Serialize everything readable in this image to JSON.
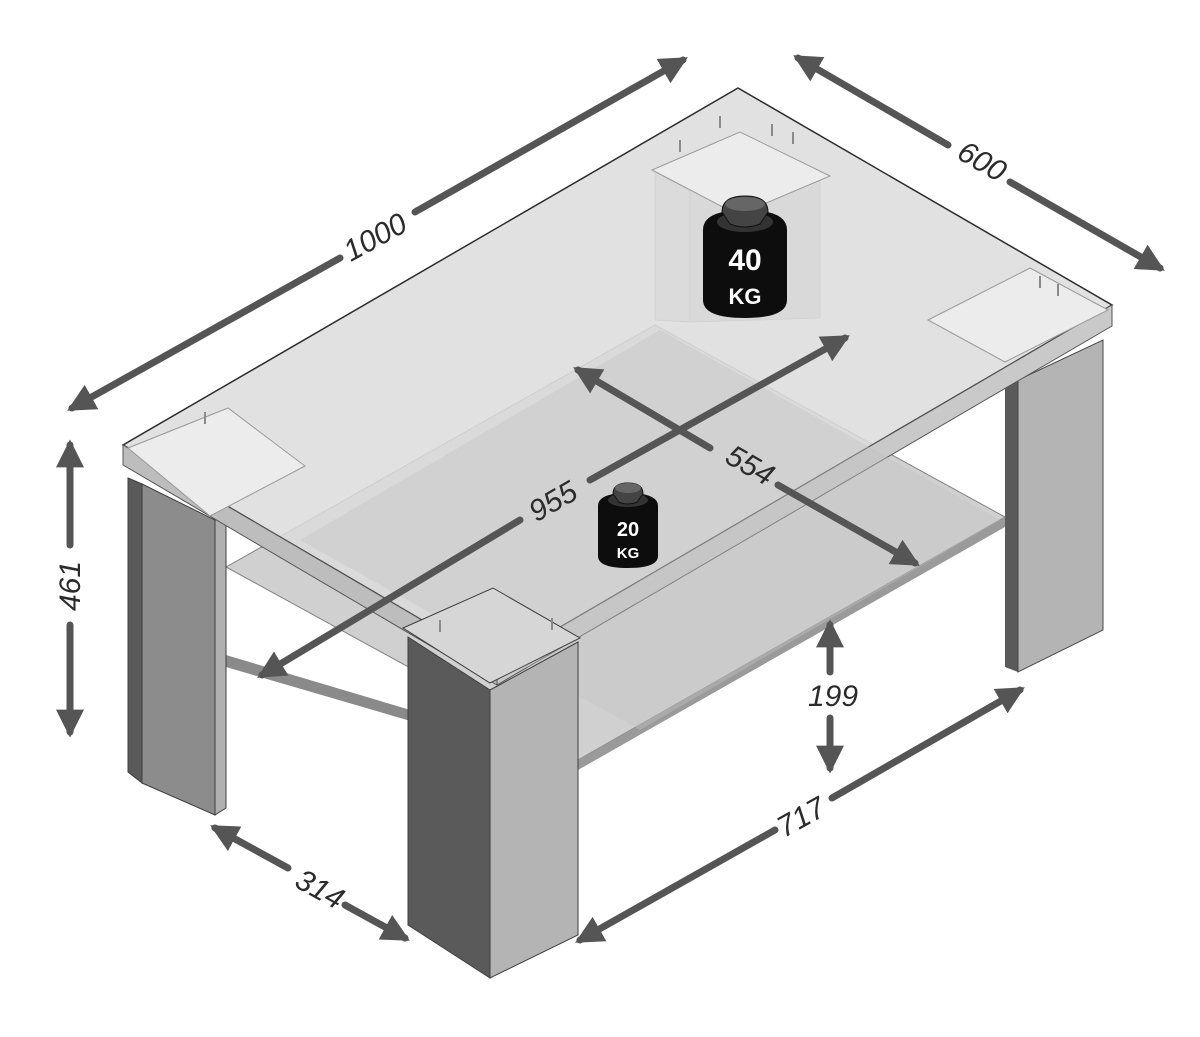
{
  "dimensions": {
    "length": "1000",
    "depth": "600",
    "height": "461",
    "inner_width": "955",
    "inner_depth": "554",
    "shelf_clearance": "199",
    "shelf_length": "717",
    "shelf_depth": "314"
  },
  "weights": {
    "top": {
      "value": "40",
      "unit": "KG"
    },
    "shelf": {
      "value": "20",
      "unit": "KG"
    }
  },
  "colors": {
    "arrow": "#555555",
    "leg_dark": "#5a5a5a",
    "leg_mid": "#8c8c8c",
    "leg_light": "#b4b4b4",
    "glass": "#dcdcdc",
    "shelf": "#d0d0d0",
    "weight": "#0d0d0d"
  }
}
